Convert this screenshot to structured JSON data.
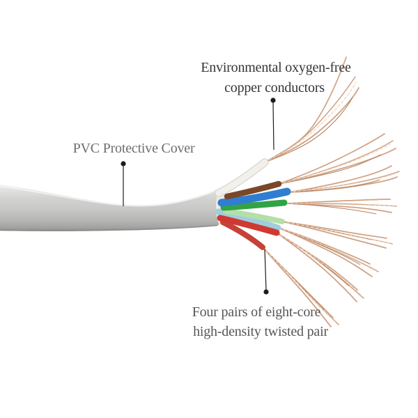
{
  "labels": {
    "copper_conductors": {
      "line1": "Environmental oxygen-free",
      "line2": "copper conductors"
    },
    "pvc_cover": {
      "text": "PVC Protective Cover"
    },
    "twisted_pair": {
      "line1": "Four pairs of eight-core",
      "line2": "high-density twisted pair"
    }
  },
  "colors": {
    "background": "#ffffff",
    "jacket_mid": "#c7c7c5",
    "jacket_top": "#efefed",
    "jacket_bottom": "#8e8e8c",
    "jacket_filler": "#eceae6",
    "copper": "#cfa183",
    "copper_light": "#ecd2ba",
    "copper_dark": "#b3805e",
    "callout": "#1c1c1c",
    "label_dark": "#353535",
    "label_gray": "#6e6e6e",
    "label_medium": "#565656",
    "white_wire_edge": "#d8d6d1"
  },
  "wires": [
    {
      "name": "white",
      "color": "#f2f0ea"
    },
    {
      "name": "brown",
      "color": "#7a4829"
    },
    {
      "name": "blue",
      "color": "#2f7ed2"
    },
    {
      "name": "green",
      "color": "#32a344"
    },
    {
      "name": "pale-blue",
      "color": "#a0cddd"
    },
    {
      "name": "pale-green",
      "color": "#b5dfa9"
    },
    {
      "name": "red",
      "color": "#d03931"
    },
    {
      "name": "dark-red",
      "color": "#c64238"
    }
  ]
}
